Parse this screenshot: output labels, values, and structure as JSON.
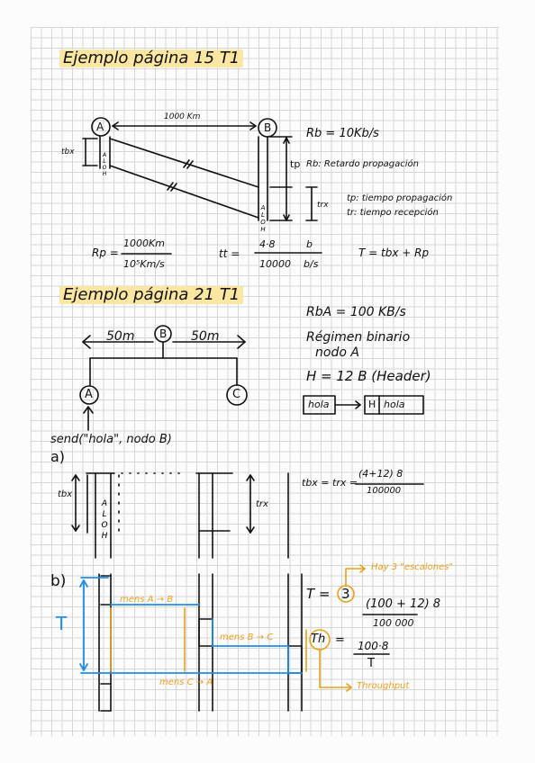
{
  "page": {
    "colors": {
      "highlight": "#fbe6a2",
      "orange": "#e8a21a",
      "blue": "#1f8ee8",
      "ink": "#111111"
    }
  },
  "ex1": {
    "title": "Ejemplo página 15 T1",
    "node_a": "A",
    "node_b": "B",
    "distance": "1000 Km",
    "tbx": "tbx",
    "tp_mark": "tp",
    "trx": "trx",
    "frame": [
      "A",
      "L",
      "O",
      "H"
    ],
    "notes": [
      "Rb = 10Kb/s",
      "Rb: Retardo propagación",
      "tp: tiempo propagación",
      "tr: tiempo recepción"
    ],
    "rp_label": "Rp =",
    "rp_num": "1000Km",
    "rp_den": "10⁵Km/s",
    "tt_label": "tt =",
    "tt_num": "4·8",
    "tt_unit_num": "b",
    "tt_den": "10000",
    "tt_unit_den": "b/s",
    "total": "T = tbx + Rp"
  },
  "ex2": {
    "title": "Ejemplo página 21 T1",
    "dist_left": "50m",
    "dist_right": "50m",
    "node_a": "A",
    "node_b": "B",
    "node_c": "C",
    "send": "send(\"hola\", nodo B)",
    "rate": "RbA = 100 KB/s",
    "regimen_1": "Régimen binario",
    "regimen_2": "nodo A",
    "header": "H = 12 B (Header)",
    "box_hola": "hola",
    "box_h": "H",
    "box_hola2": "hola"
  },
  "part_a": {
    "label": "a)",
    "tbx": "tbx",
    "trx": "trx",
    "frame": [
      "A",
      "L",
      "O",
      "H"
    ],
    "formula_lhs": "tbx = trx =",
    "formula_num": "(4+12) 8",
    "formula_den": "100000"
  },
  "part_b": {
    "label": "b)",
    "T_label": "T",
    "mens_ab": "mens A → B",
    "mens_bc": "mens B → C",
    "mens_ca": "mens C → A",
    "T_eq": "T =",
    "three": "3",
    "T_rest_num": "(100 + 12) 8",
    "T_rest_den": "100 000",
    "hay": "Hay 3 \"escalones\"",
    "th_label": "Th",
    "th_eq": "=",
    "th_num": "100·8",
    "th_den": "T",
    "throughput": "Throughput"
  }
}
